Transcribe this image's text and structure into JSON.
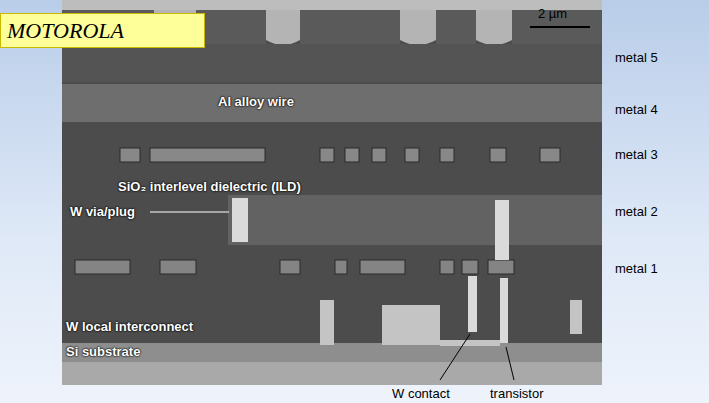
{
  "diagram": {
    "nodes": [
      {
        "text": [
          "MOTOROLA"
        ]
      }
    ],
    "labels": [
      "2 µm",
      "metal 5",
      "Al alloy wire",
      "metal 4",
      "metal 3",
      "SiO₂ interlevel dielectric (ILD)",
      "metal 2",
      "W via/plug",
      "metal 1",
      "W local interconnect",
      "Si substrate",
      "W contact",
      "transistor"
    ]
  }
}
